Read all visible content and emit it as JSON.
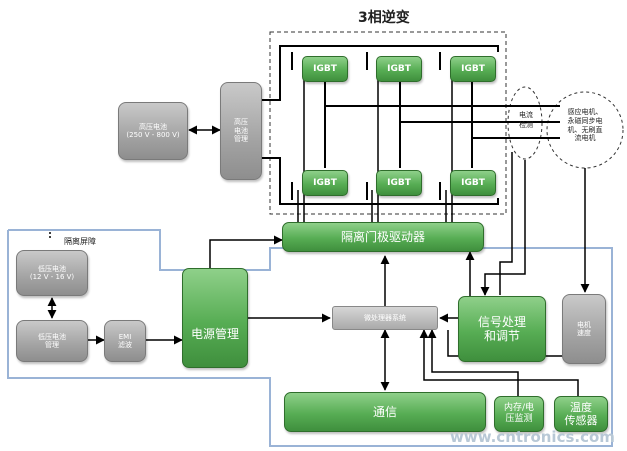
{
  "title": "3相逆变",
  "blocks": {
    "igbt": "IGBT",
    "hv_battery": "高压电池\n(250 V - 800 V)",
    "hv_battery_mgmt": "高压\n电池\n管理",
    "current_detect": "电流\n检测",
    "motor": "感应电机、\n永磁同步电\n机、无刷直\n流电机",
    "isolation_barrier": "隔离屏障",
    "isolated_gate_driver": "隔离门极驱动器",
    "lv_battery": "低压电池\n(12 V - 16 V)",
    "lv_battery_mgmt": "低压电池\n管理",
    "emi_filter": "EMI\n滤波",
    "power_mgmt": "电源管理",
    "mcu": "微处理器系统",
    "signal_proc": "信号处理\n和调节",
    "motor_speed": "电机\n速度",
    "comm": "通信",
    "mem_volt": "内存/电\n压监测",
    "temp_sensor": "温度\n传感器"
  },
  "watermark": "www.cntronics.com",
  "colors": {
    "green": "#57ad54",
    "grey": "#a3a3a3",
    "barrier": "#9ab3d6",
    "line": "#000000"
  }
}
